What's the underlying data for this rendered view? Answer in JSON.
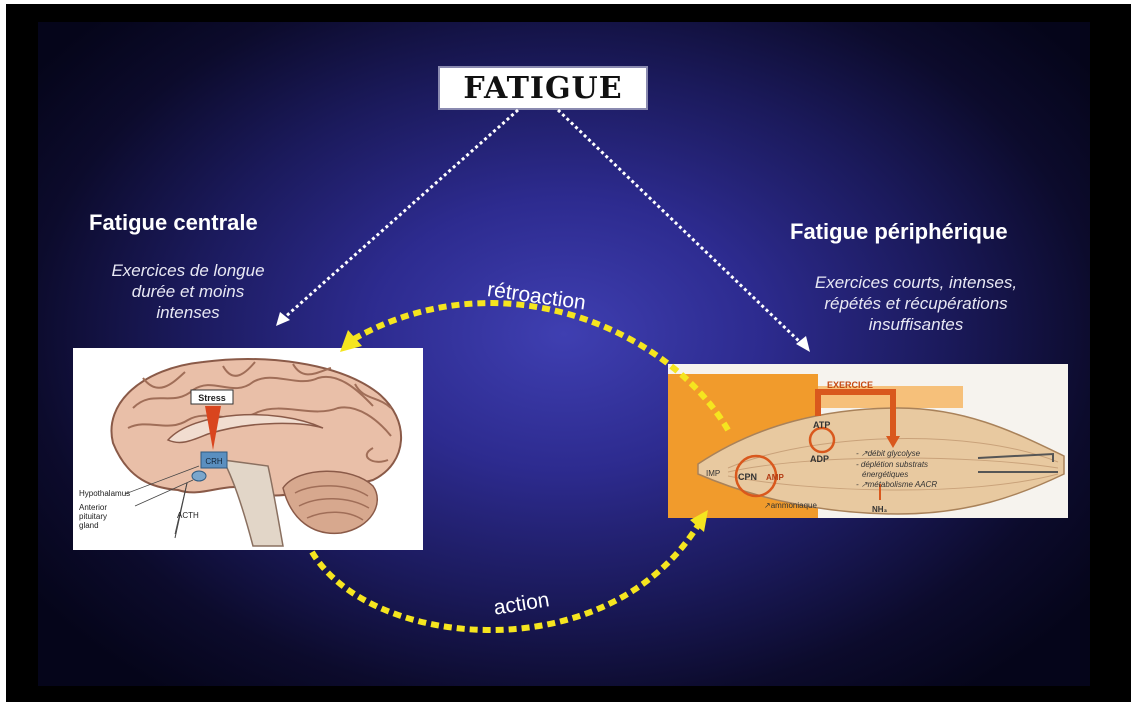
{
  "title": "FATIGUE",
  "left": {
    "heading": "Fatigue centrale",
    "desc_lines": [
      "Exercices de longue",
      "durée et moins",
      "intenses"
    ],
    "image": {
      "labels": {
        "stress": "Stress",
        "crh": "CRH",
        "hypothalamus": "Hypothalamus",
        "pituitary_1": "Anterior",
        "pituitary_2": "pituitary",
        "pituitary_3": "gland",
        "acth": "ACTH"
      }
    }
  },
  "right": {
    "heading": "Fatigue périphérique",
    "desc_lines": [
      "Exercices courts, intenses,",
      "répétés et récupérations",
      "insuffisantes"
    ],
    "image": {
      "labels": {
        "exercice": "EXERCICE",
        "atp": "ATP",
        "adp": "ADP",
        "imp": "IMP",
        "cpn": "CPN",
        "amp": "AMP",
        "ammoniaque": "↗ammoniaque",
        "nh3": "NH₃",
        "list_1": "- ↗débit glycolyse",
        "list_2": "- déplétion substrats",
        "list_3": "énergétiques",
        "list_4": "- ↗métabolisme AACR"
      }
    }
  },
  "arrows": {
    "top": "rétroaction",
    "bottom": "action"
  },
  "colors": {
    "feedback_arrow": "#f5e51f",
    "connector": "#ffffff",
    "muscle_bg": "#f19b2c"
  }
}
